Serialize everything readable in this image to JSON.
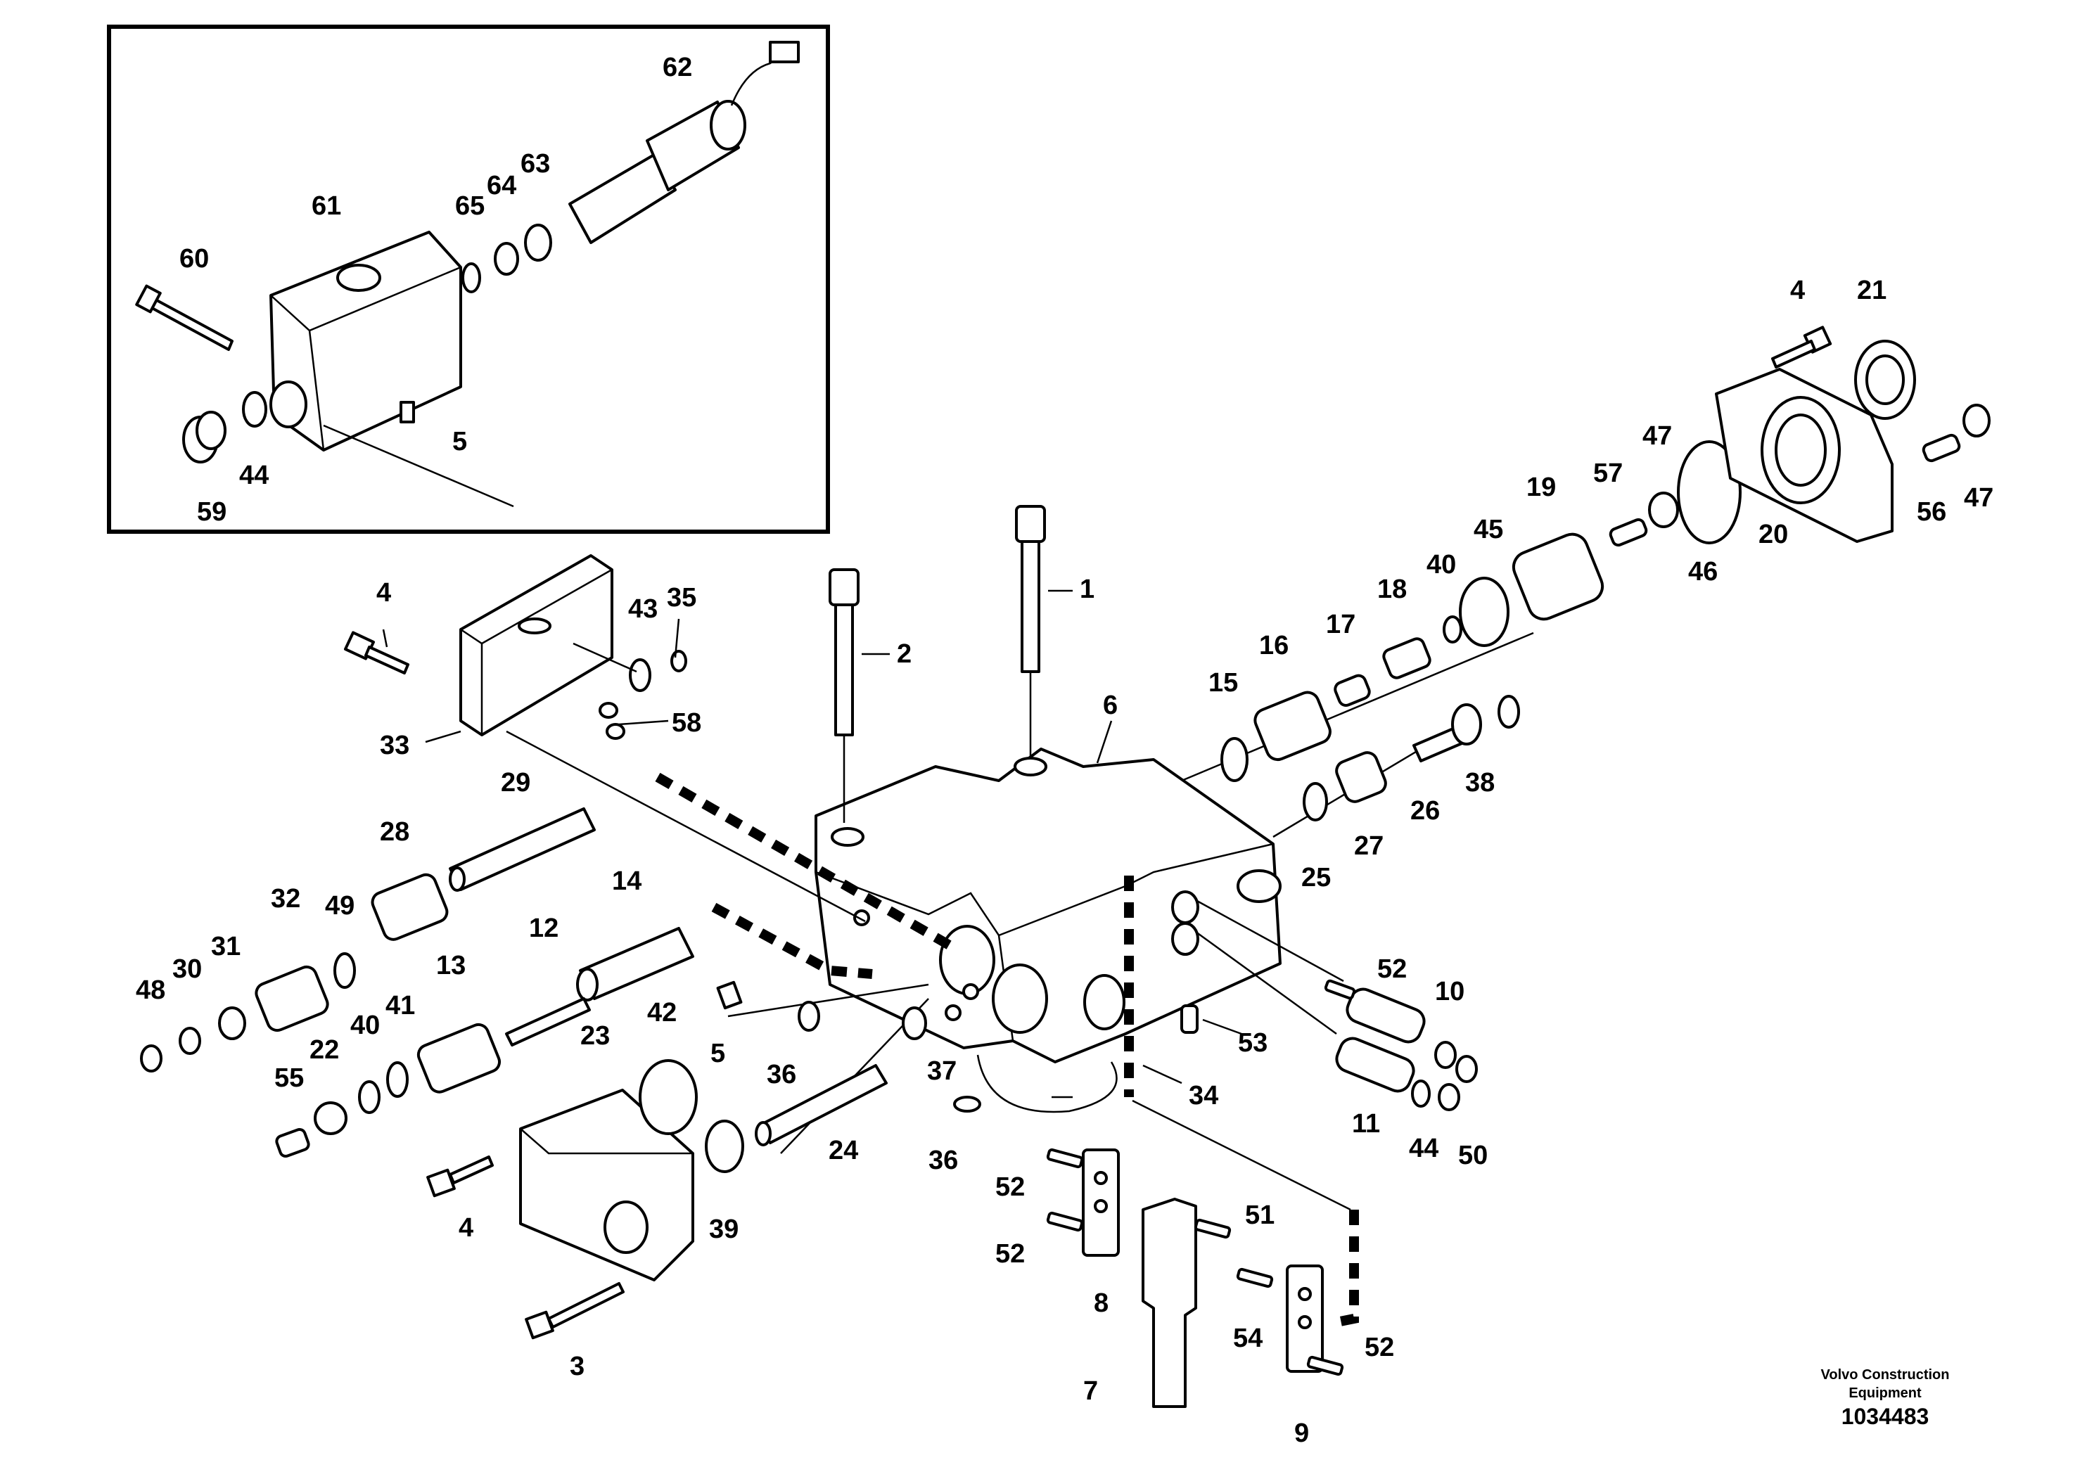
{
  "diagram": {
    "footer": {
      "brand_line1": "Volvo Construction",
      "brand_line2": "Equipment",
      "doc_number": "1034483"
    },
    "callouts": {
      "c1": "1",
      "c2": "2",
      "c3": "3",
      "c4a": "4",
      "c4b": "4",
      "c4c": "4",
      "c5a": "5",
      "c5b": "5",
      "c6": "6",
      "c7": "7",
      "c8": "8",
      "c9": "9",
      "c10": "10",
      "c11": "11",
      "c12": "12",
      "c13": "13",
      "c14": "14",
      "c15": "15",
      "c16": "16",
      "c17": "17",
      "c18": "18",
      "c19": "19",
      "c20": "20",
      "c21": "21",
      "c22": "22",
      "c23": "23",
      "c24": "24",
      "c25": "25",
      "c26": "26",
      "c27": "27",
      "c28": "28",
      "c29": "29",
      "c30": "30",
      "c31": "31",
      "c32": "32",
      "c33": "33",
      "c34": "34",
      "c35": "35",
      "c36a": "36",
      "c36b": "36",
      "c37": "37",
      "c38": "38",
      "c39": "39",
      "c40a": "40",
      "c40b": "40",
      "c41": "41",
      "c42": "42",
      "c43": "43",
      "c44a": "44",
      "c44b": "44",
      "c45": "45",
      "c46": "46",
      "c47a": "47",
      "c47b": "47",
      "c48": "48",
      "c49": "49",
      "c50": "50",
      "c51": "51",
      "c52a": "52",
      "c52b": "52",
      "c52c": "52",
      "c52d": "52",
      "c53": "53",
      "c54": "54",
      "c55": "55",
      "c56": "56",
      "c57": "57",
      "c58": "58",
      "c59": "59",
      "c60": "60",
      "c61": "61",
      "c62": "62",
      "c63": "63",
      "c64": "64",
      "c65": "65"
    }
  }
}
